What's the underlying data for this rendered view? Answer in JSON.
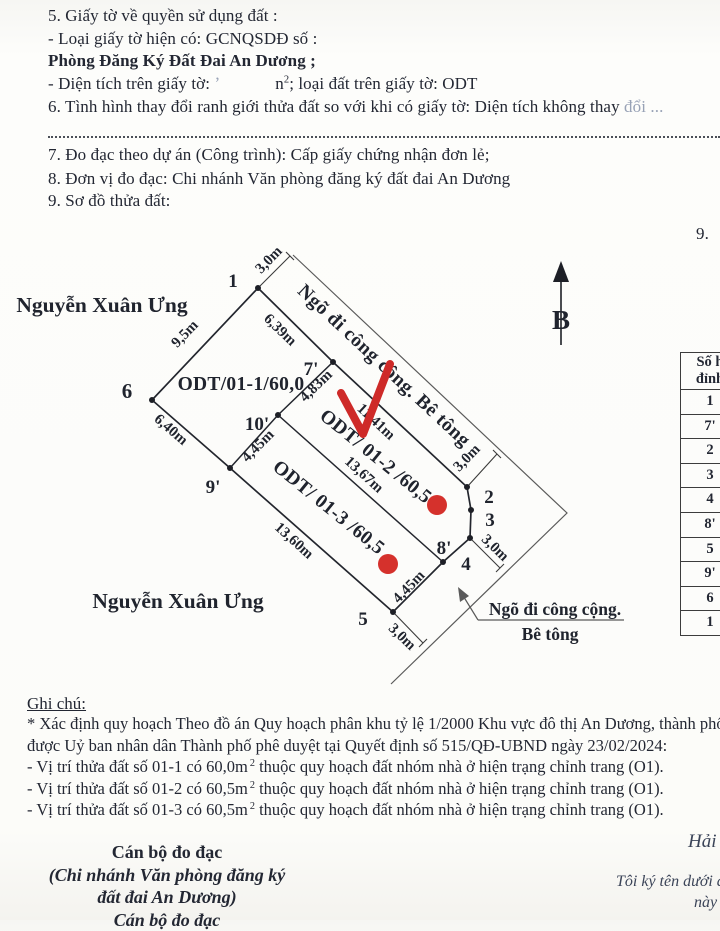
{
  "colors": {
    "annotation_red": "#ce2a28",
    "ink": "#232733",
    "faded_ink": "#98a2b6"
  },
  "header": {
    "s5_l1": "5. Giấy tờ về quyền sử dụng đất :",
    "s5_l2": "- Loại giấy tờ hiện có: GCNQSDĐ số  :",
    "s5_l3": "Phòng Đăng Ký Đất Đai An Dương ;",
    "s5_l4_pre": "- Diện tích trên giấy tờ: ",
    "s5_l4_faint": "ʼ",
    "s5_l4_unit": "n",
    "s5_l4_sup": "2",
    "s5_l4_post": "; loại đất trên giấy tờ: ODT",
    "s6_main": "6. Tình hình thay đổi ranh giới thửa đất so với khi có giấy tờ:  Diện tích không thay",
    "s6_faded": "đổi ...",
    "s7": "7. Đo đạc theo dự án (Công trình): Cấp giấy chứng nhận đơn lẻ;",
    "s8": "8. Đơn vị đo đạc: Chi nhánh Văn phòng đăng ký đất đai An Dương",
    "s9": "9. Sơ đồ thửa đất:",
    "corner_fragment": "9."
  },
  "diagram": {
    "street_top": "Nguyễn Xuân Ưng",
    "street_bottom": "Nguyễn Xuân Ưng",
    "road_diagonal": "Ngõ đi công cộng. Bê tông",
    "road_callout_l1": "Ngõ đi công cộng.",
    "road_callout_l2": "Bê tông",
    "north_label": "B",
    "plots": {
      "p1": "ODT/01-1/60,0",
      "p2": "ODT/ 01-2 /60,5",
      "p3": "ODT/ 01-3 /60,5"
    },
    "vertices": {
      "v1": "1",
      "v2": "2",
      "v3": "3",
      "v4": "4",
      "v5": "5",
      "v6": "6",
      "v7p": "7'",
      "v8p": "8'",
      "v9p": "9'",
      "v10p": "10'"
    },
    "dims": {
      "e61": "9,5m",
      "e17": "6,39m",
      "e72": "11,41m",
      "e710": "4,83m",
      "e109": "4,45m",
      "e108": "13,67m",
      "e95": "13,60m",
      "e85": "4,45m",
      "e69": "6,40m",
      "a1": "3,0m",
      "a2": "3,0m",
      "a4": "3,0m",
      "a5": "3,0m"
    }
  },
  "table": {
    "header_line1": "Số h",
    "header_line2": "đỉnh",
    "rows": [
      "1",
      "7'",
      "2",
      "3",
      "4",
      "8'",
      "5",
      "9'",
      "6",
      "1"
    ]
  },
  "notes": {
    "title": "Ghi chú:",
    "n1": "* Xác định quy hoạch Theo đồ án Quy hoạch phân khu tỷ lệ 1/2000 Khu vực đô thị An Dương, thành phố",
    "n2": "được Uỷ ban nhân dân Thành phố phê duyệt tại Quyết định số 515/QĐ-UBND ngày 23/02/2024:",
    "n3_pre": "- Vị trí thửa đất số 01-1 có 60,0m",
    "n3_sup": "2",
    "n3_post": " thuộc quy hoạch đất nhóm nhà ở hiện trạng chỉnh trang (O1).",
    "n4_pre": "- Vị trí thửa đất số 01-2 có 60,5m",
    "n4_sup": "2",
    "n4_post": " thuộc quy hoạch đất nhóm nhà ở hiện trạng chỉnh trang (O1).",
    "n5_pre": "- Vị trí thửa đất số 01-3 có 60,5m",
    "n5_sup": "2",
    "n5_post": " thuộc quy hoạch đất nhóm nhà ở hiện trạng chỉnh trang (O1)."
  },
  "signature": {
    "left1": "Cán bộ đo đạc",
    "left2": "(Chi nhánh Văn phòng đăng ký",
    "left3": "đất đai An Dương)",
    "left4": "Cán bộ đo đạc",
    "right1": "Hải",
    "right2": "Tôi ký tên dưới đ",
    "right3": "này"
  }
}
